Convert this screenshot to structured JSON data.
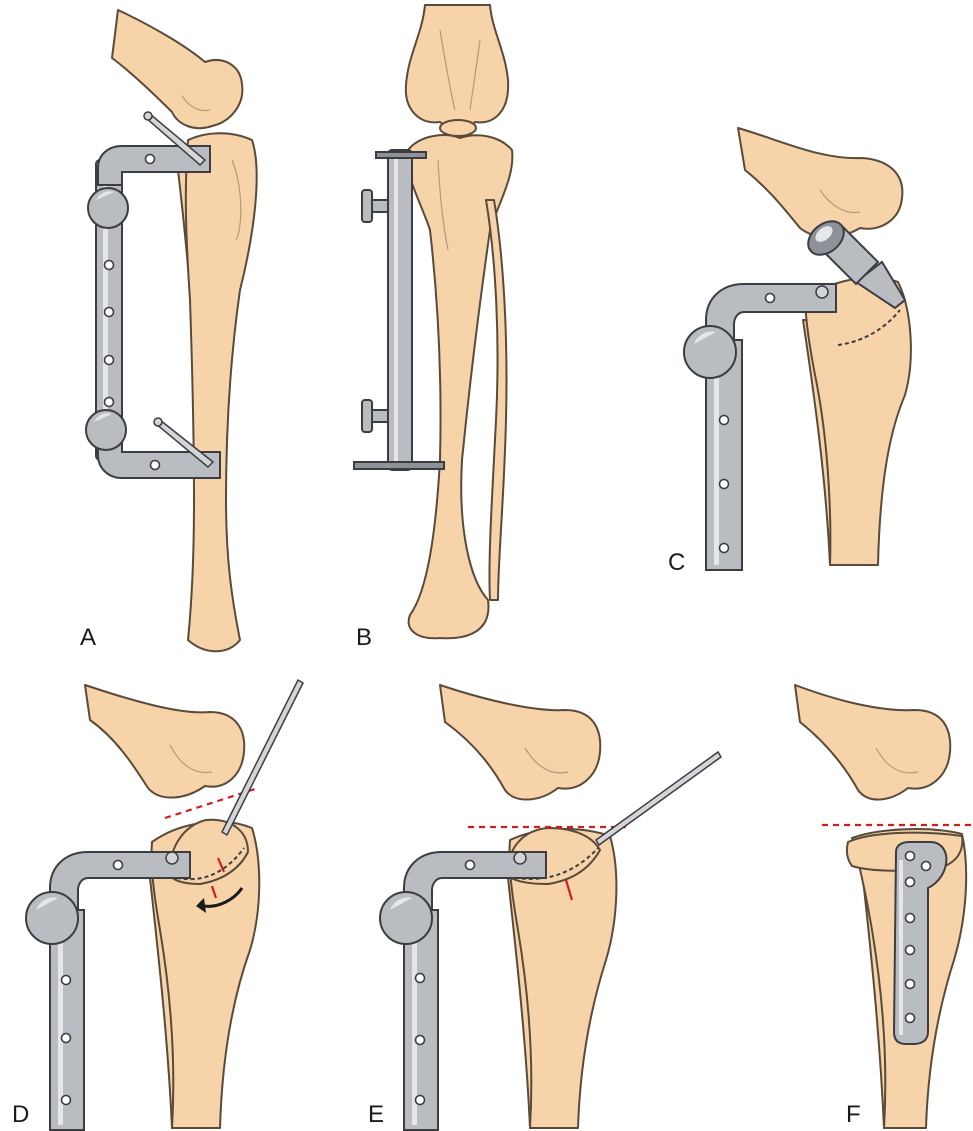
{
  "panels": {
    "a": {
      "label": "A"
    },
    "b": {
      "label": "B"
    },
    "c": {
      "label": "C"
    },
    "d": {
      "label": "D"
    },
    "e": {
      "label": "E"
    },
    "f": {
      "label": "F"
    }
  },
  "colors": {
    "bone": "#f6d3a9",
    "metal": "#b9bcc1",
    "cut_line": "#cc1f1f",
    "outline": "#3b3d42"
  }
}
